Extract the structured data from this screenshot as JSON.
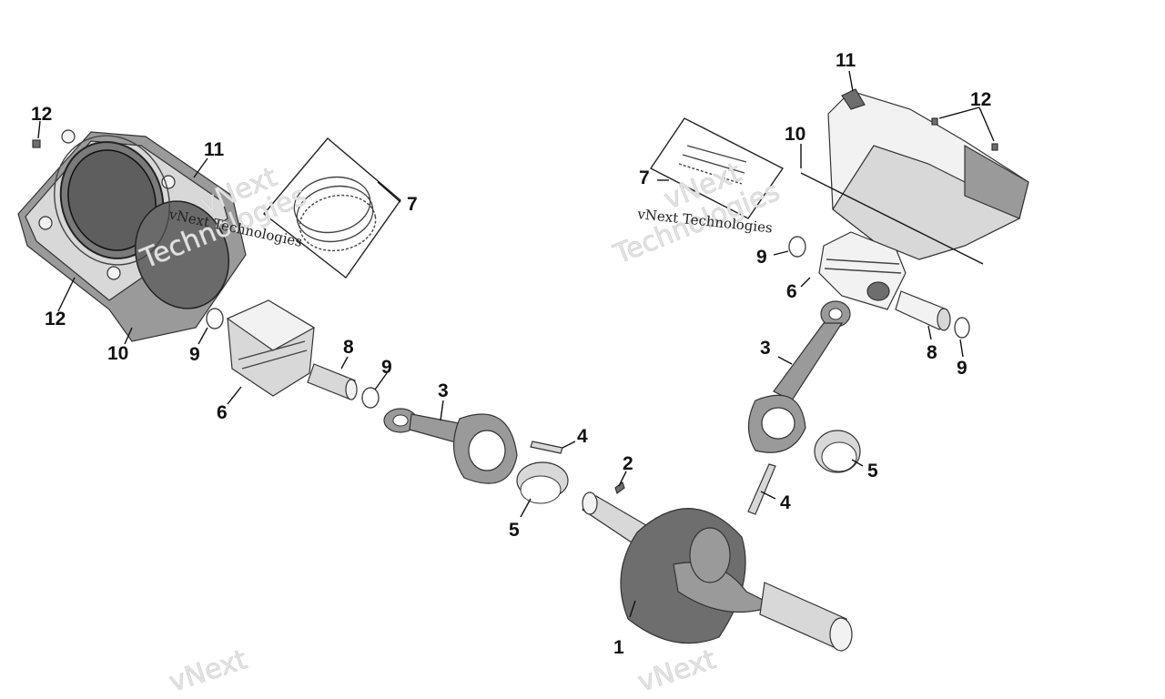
{
  "watermark": {
    "brand_text": "vNext Technologies",
    "brand_line1": "vNext",
    "brand_line2": "Technologies"
  },
  "callouts": {
    "crankshaft": "1",
    "woodruff_key": "2",
    "conrod_front": "3",
    "conrod_rear": "3",
    "conrod_screw_front": "4",
    "conrod_screw_rear": "4",
    "bearing_front": "5",
    "bearing_rear": "5",
    "piston_front": "6",
    "piston_rear": "6",
    "ring_kit_front": "7",
    "ring_kit_rear": "7",
    "piston_pin_front": "8",
    "piston_pin_rear": "8",
    "circlip_front_a": "9",
    "circlip_front_b": "9",
    "circlip_rear_a": "9",
    "circlip_rear_b": "9",
    "cylinder_front": "10",
    "cylinder_rear": "10",
    "head_gasket_front": "11",
    "head_gasket_rear": "11",
    "dowel_front_a": "12",
    "dowel_front_b": "12",
    "dowel_rear": "12"
  },
  "colors": {
    "background": "#ffffff",
    "part_dark": "#6e6e6e",
    "part_light": "#d8d8d8",
    "label": "#111111"
  }
}
